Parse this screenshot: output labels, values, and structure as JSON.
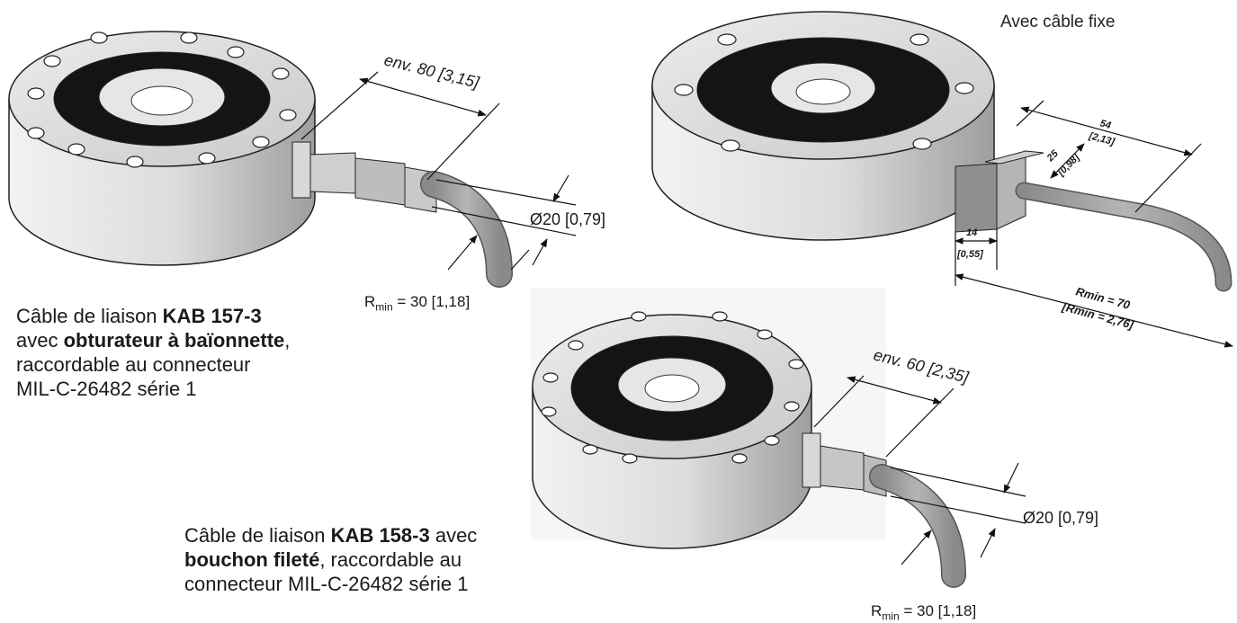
{
  "header_label": "Avec câble fixe",
  "caption1": {
    "prefix": "Câble de liaison ",
    "model": "KAB 157-3",
    "mid": "avec ",
    "mid_bold": "obturateur à baïonnette",
    "mid_tail": ",",
    "line3": "raccordable au connecteur",
    "line4": "MIL-C-26482 série 1"
  },
  "caption2": {
    "prefix": "Câble de liaison ",
    "model": "KAB 158-3",
    "suffix": " avec",
    "bold2": "bouchon fileté",
    "tail2": ", raccordable au",
    "line3": "connecteur MIL-C-26482 série 1"
  },
  "dims": {
    "env80": "env. 80 [3,15]",
    "dia1": "Ø20 [0,79]",
    "rmin1_r": "R",
    "rmin1_sub": "min",
    "rmin1_val": " = 30 [1,18]",
    "env60": "env. 60 [2,35]",
    "dia2": "Ø20 [0,79]",
    "rmin2_r": "R",
    "rmin2_sub": "min",
    "rmin2_val": " = 30 [1,18]",
    "d54": "54",
    "d54in": "[2,13]",
    "d25": "25",
    "d25in": "[0,98]",
    "d14": "14",
    "d14in": "[0,55]",
    "rmin70": "Rmin = 70",
    "rmin70in": "[Rmin = 2,76]"
  },
  "colors": {
    "body": "#d4d4d4",
    "shade": "#a8a8a8",
    "black_ring": "#141414",
    "cable": "#9a9a9a"
  }
}
